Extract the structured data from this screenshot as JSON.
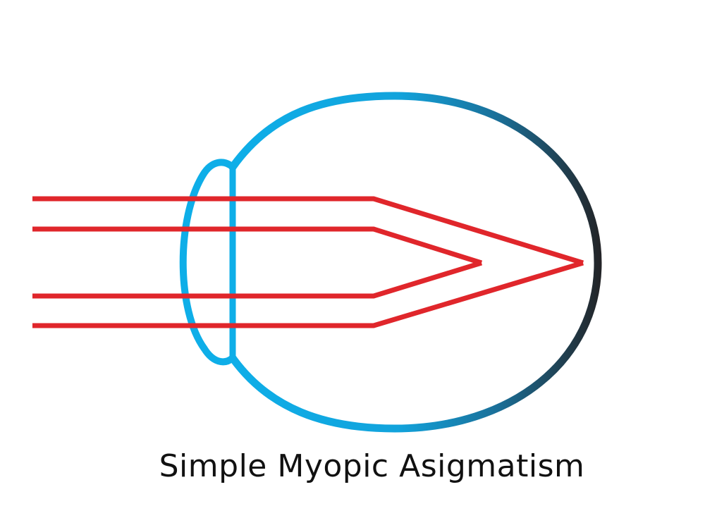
{
  "diagram": {
    "caption": "Simple Myopic Asigmatism",
    "colors": {
      "eye_front": "#0eaee8",
      "eye_mid": "#1a6f98",
      "eye_back": "#232427",
      "light_rays": "#e0262b",
      "caption_text": "#111111"
    },
    "elements": [
      {
        "name": "eyeball",
        "icon": "eye-outline-icon"
      },
      {
        "name": "cornea",
        "icon": "cornea-icon"
      },
      {
        "name": "lens",
        "icon": "lens-line-icon"
      },
      {
        "name": "light-rays",
        "count": 4
      },
      {
        "name": "focal-point-near",
        "description_on_image": false
      },
      {
        "name": "focal-point-retina",
        "description_on_image": false
      }
    ]
  }
}
